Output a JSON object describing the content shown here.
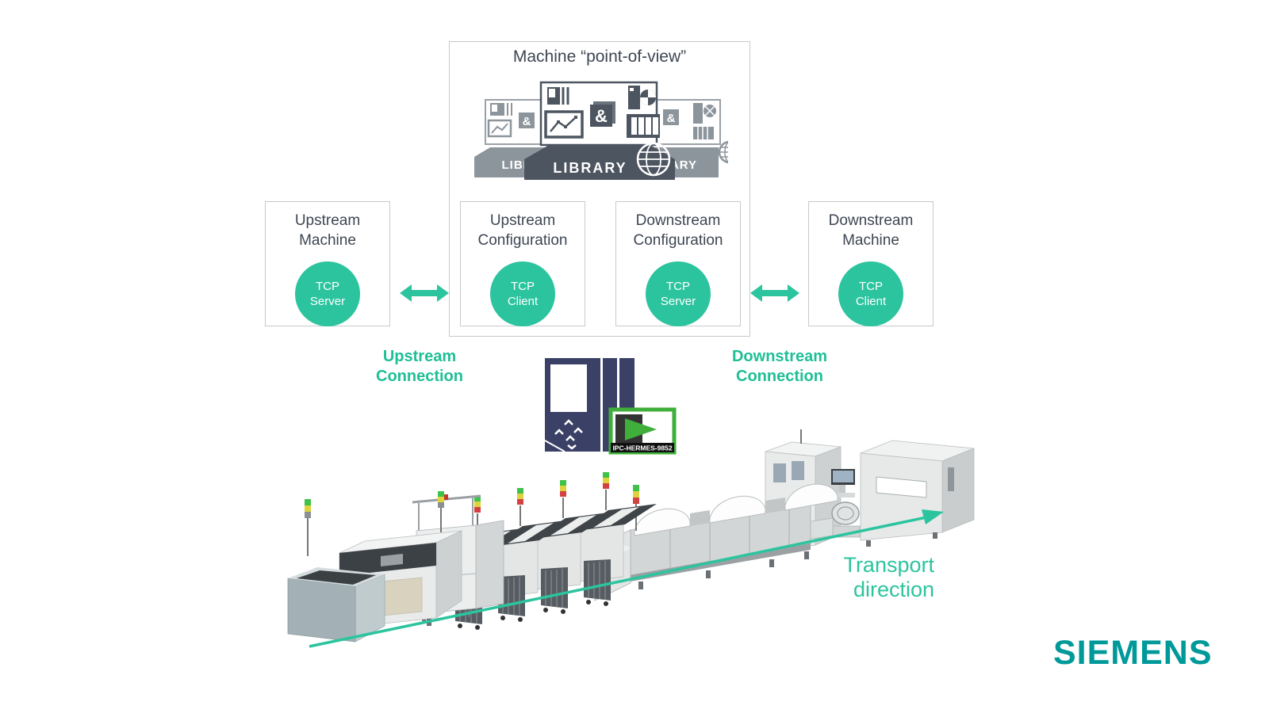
{
  "machine_pov": {
    "title": "Machine “point-of-view”",
    "library_center_label": "LIBRARY",
    "library_left_label": "LIBR",
    "library_right_label": "ARY",
    "ampersand": "&"
  },
  "boxes": [
    {
      "id": "upstream-machine",
      "title_line1": "Upstream",
      "title_line2": "Machine",
      "circle_line1": "TCP",
      "circle_line2": "Server"
    },
    {
      "id": "upstream-configuration",
      "title_line1": "Upstream",
      "title_line2": "Configuration",
      "circle_line1": "TCP",
      "circle_line2": "Client"
    },
    {
      "id": "downstream-configuration",
      "title_line1": "Downstream",
      "title_line2": "Configuration",
      "circle_line1": "TCP",
      "circle_line2": "Server"
    },
    {
      "id": "downstream-machine",
      "title_line1": "Downstream",
      "title_line2": "Machine",
      "circle_line1": "TCP",
      "circle_line2": "Client"
    }
  ],
  "connections": {
    "upstream": {
      "line1": "Upstream",
      "line2": "Connection"
    },
    "downstream": {
      "line1": "Downstream",
      "line2": "Connection"
    }
  },
  "hermes": {
    "badge_label": "IPC-HERMES-9852"
  },
  "transport": {
    "line1": "Transport",
    "line2": "direction"
  },
  "brand": {
    "logo": "SIEMENS"
  },
  "icons": {
    "bidirectional_arrow": "double-headed horizontal arrow",
    "globe": "wireframe globe",
    "library_tray": "dark library banner with LIBRARY label",
    "signal_tower": "green-yellow-red stack light",
    "transport_arrow": "long diagonal arrow pointing right"
  },
  "colors": {
    "accent_green": "#2cc49e",
    "connection_text_green": "#1fbf96",
    "siemens_petrol": "#009999",
    "text_navy": "#3e4653",
    "box_border": "#c6cacd",
    "library_dark": "#4d5560",
    "library_gray": "#8d959c",
    "hermes_navy": "#3b4166",
    "hermes_badge_green": "#3fae3a"
  }
}
